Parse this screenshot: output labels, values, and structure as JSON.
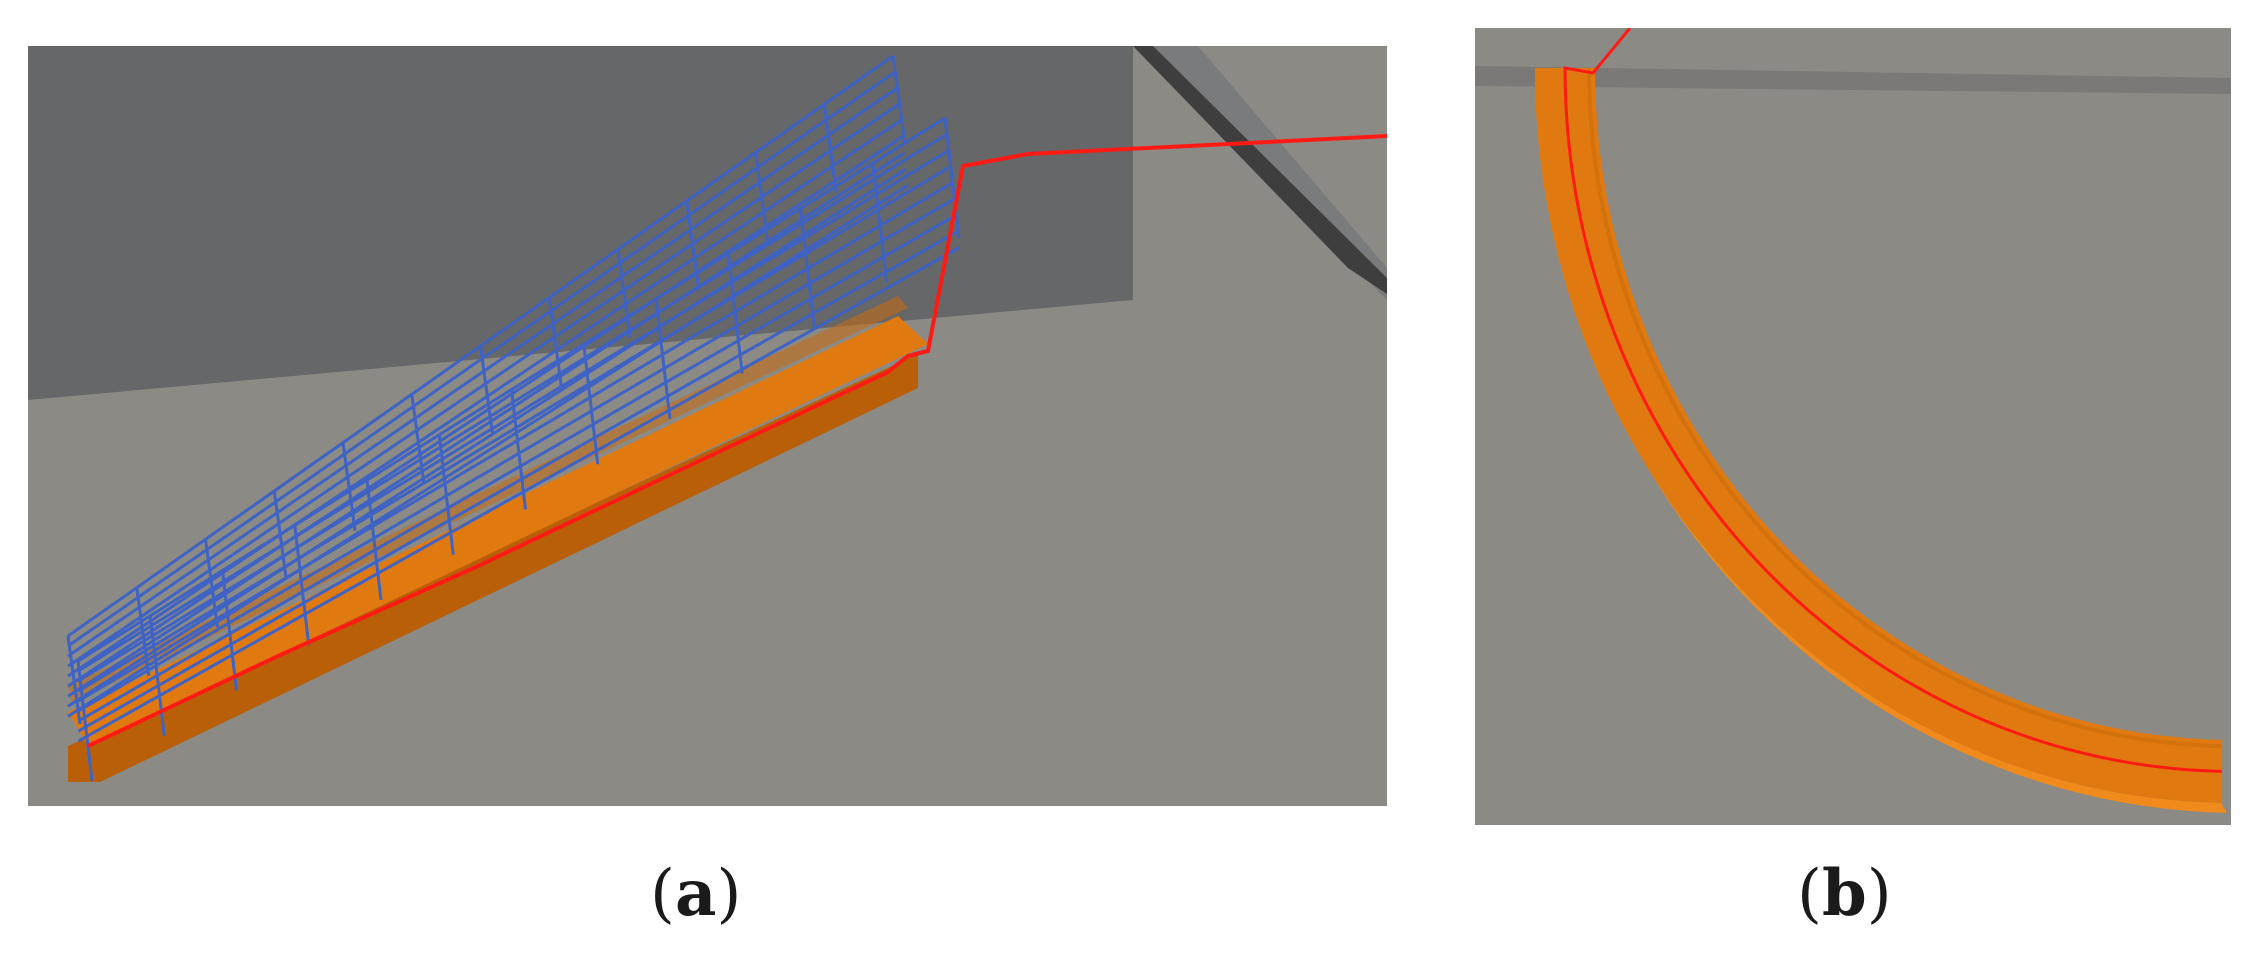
{
  "captions": {
    "a": "a",
    "b": "b"
  },
  "colors": {
    "floor": "#8c8a85",
    "wall": "#666768",
    "ramp_top": "#e07a10",
    "ramp_side": "#b85f08",
    "railing": "#3e63c4",
    "path": "#ff1a14",
    "curb": "#4a4a4a"
  },
  "scene_a": {
    "icons": [
      "ramp-icon",
      "railing-icon",
      "path-line"
    ]
  },
  "scene_b": {
    "icons": [
      "curved-ramp-icon",
      "path-line"
    ]
  }
}
